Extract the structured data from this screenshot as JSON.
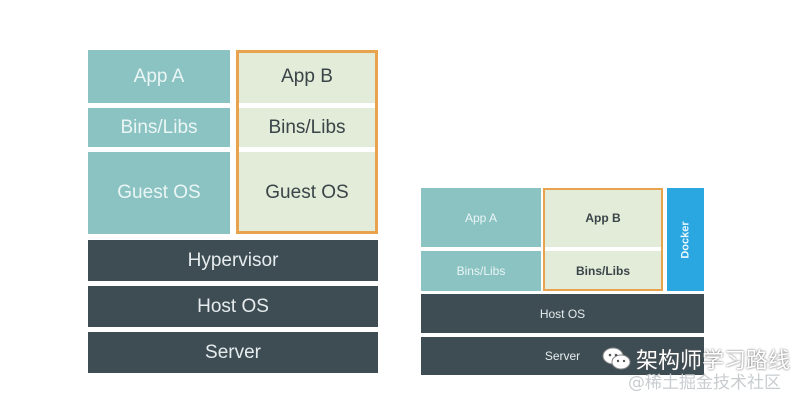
{
  "vm_stack": {
    "app_a": "App A",
    "bins_a": "Bins/Libs",
    "guest_a": "Guest OS",
    "app_b": "App B",
    "bins_b": "Bins/Libs",
    "guest_b": "Guest OS",
    "hypervisor": "Hypervisor",
    "host_os": "Host OS",
    "server": "Server"
  },
  "container_stack": {
    "app_a": "App A",
    "bins_a": "Bins/Libs",
    "app_b": "App B",
    "bins_b": "Bins/Libs",
    "docker": "Docker",
    "host_os": "Host OS",
    "server": "Server"
  },
  "watermark": {
    "title": "架构师学习路线",
    "subtitle": "@稀土掘金技术社区",
    "icon": "wechat-icon"
  },
  "colors": {
    "teal": "#8bc2c2",
    "light_green": "#e3ecd8",
    "dark_slate": "#3e4d54",
    "orange_highlight": "#e9a34f",
    "docker_blue": "#2aa6e0"
  }
}
